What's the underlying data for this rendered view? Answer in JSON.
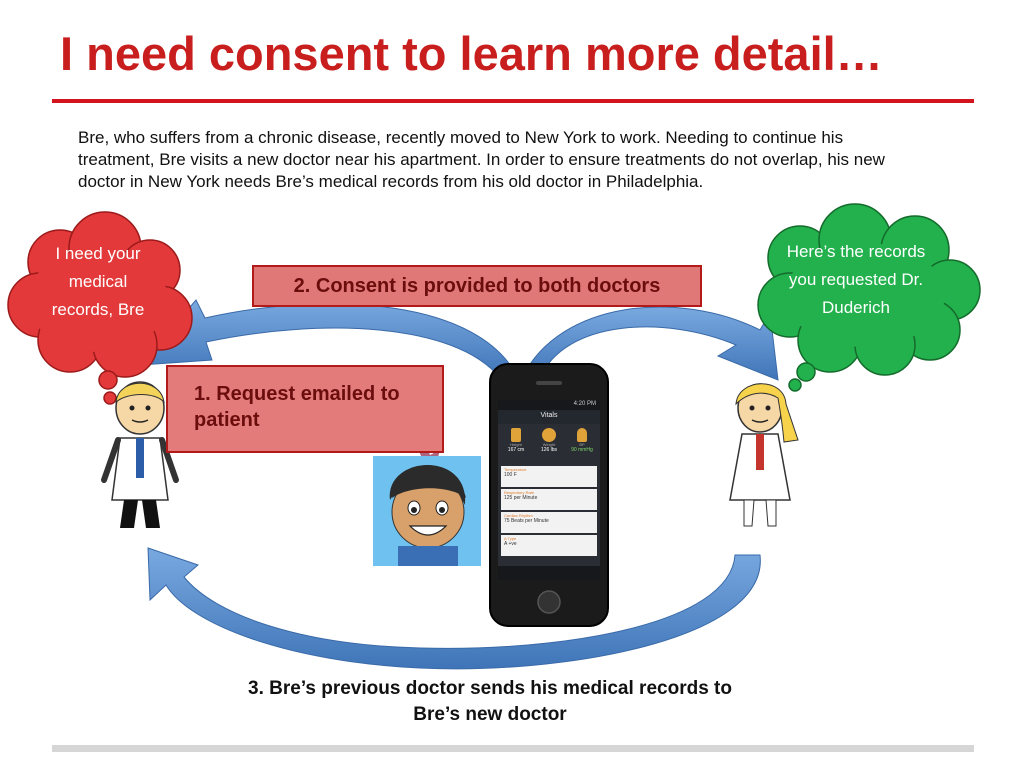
{
  "slide": {
    "title": "I need consent to learn more detail…",
    "intro": "Bre, who suffers from a chronic disease, recently moved to New York to work.  Needing to continue his treatment, Bre visits a new doctor near his apartment.  In order to ensure treatments do not overlap, his new doctor in New York needs Bre’s medical records from his old doctor in Philadelphia."
  },
  "bubbles": {
    "new_doctor": "I need your medical records, Bre",
    "old_doctor": "Here’s the records you requested Dr. Duderich"
  },
  "steps": {
    "request": "1. Request emailed to patient",
    "consent": "2. Consent is provided to both doctors",
    "send": "3. Bre’s previous doctor sends his medical records to Bre’s new doctor"
  },
  "phone": {
    "status_time": "4:20 PM",
    "app_title": "Vitals",
    "metrics": [
      {
        "label": "Height",
        "value": "167 cm"
      },
      {
        "label": "Weight",
        "value": "126 lbs"
      },
      {
        "label": "BP",
        "value": "90 mmHg"
      }
    ],
    "cards": [
      {
        "label": "Temperature",
        "value": "100 F"
      },
      {
        "label": "Respiratory Rate",
        "value": "125 per Minute"
      },
      {
        "label": "Cardiac Rhythm",
        "value": "75 Beats per Minute"
      },
      {
        "label": "A Type",
        "value": "A +ve"
      }
    ]
  },
  "colors": {
    "title": "#c81e1e",
    "arrow": "#5b8fd0",
    "bubble_left": "#e3393a",
    "bubble_right": "#22b14c",
    "step_box": "#e07878"
  }
}
